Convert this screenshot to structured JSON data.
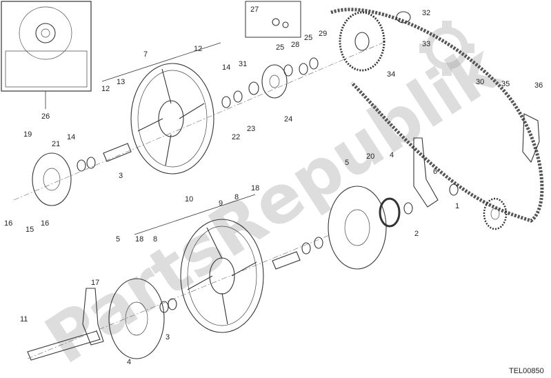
{
  "diagram": {
    "reference_code": "TEL00850",
    "watermark_text": "PartsRepublik",
    "callouts": [
      "1",
      "2",
      "3",
      "3",
      "4",
      "4",
      "5",
      "5",
      "6",
      "7",
      "8",
      "8",
      "9",
      "10",
      "11",
      "12",
      "12",
      "13",
      "14",
      "14",
      "15",
      "16",
      "16",
      "17",
      "18",
      "18",
      "19",
      "20",
      "21",
      "22",
      "23",
      "24",
      "25",
      "25",
      "26",
      "27",
      "28",
      "29",
      "30",
      "31",
      "32",
      "33",
      "34",
      "35",
      "36"
    ]
  }
}
